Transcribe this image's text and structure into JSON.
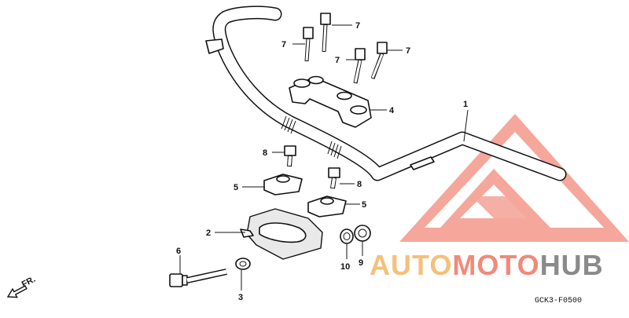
{
  "callouts": [
    {
      "id": "1",
      "label": "1"
    },
    {
      "id": "2",
      "label": "2"
    },
    {
      "id": "3",
      "label": "3"
    },
    {
      "id": "4",
      "label": "4"
    },
    {
      "id": "5",
      "label": "5"
    },
    {
      "id": "6",
      "label": "6"
    },
    {
      "id": "7",
      "label": "7"
    },
    {
      "id": "8",
      "label": "8"
    },
    {
      "id": "9",
      "label": "9"
    },
    {
      "id": "10",
      "label": "10"
    }
  ],
  "front_indicator": "FR.",
  "diagram_code": "GCK3-F0500",
  "watermark": {
    "brand_a": "AUTO",
    "brand_b": "MOTO",
    "brand_c": "HUB",
    "color_primary": "#f28a7a",
    "color_secondary": "#f5c07a",
    "color_dark": "#8a8a8a"
  }
}
